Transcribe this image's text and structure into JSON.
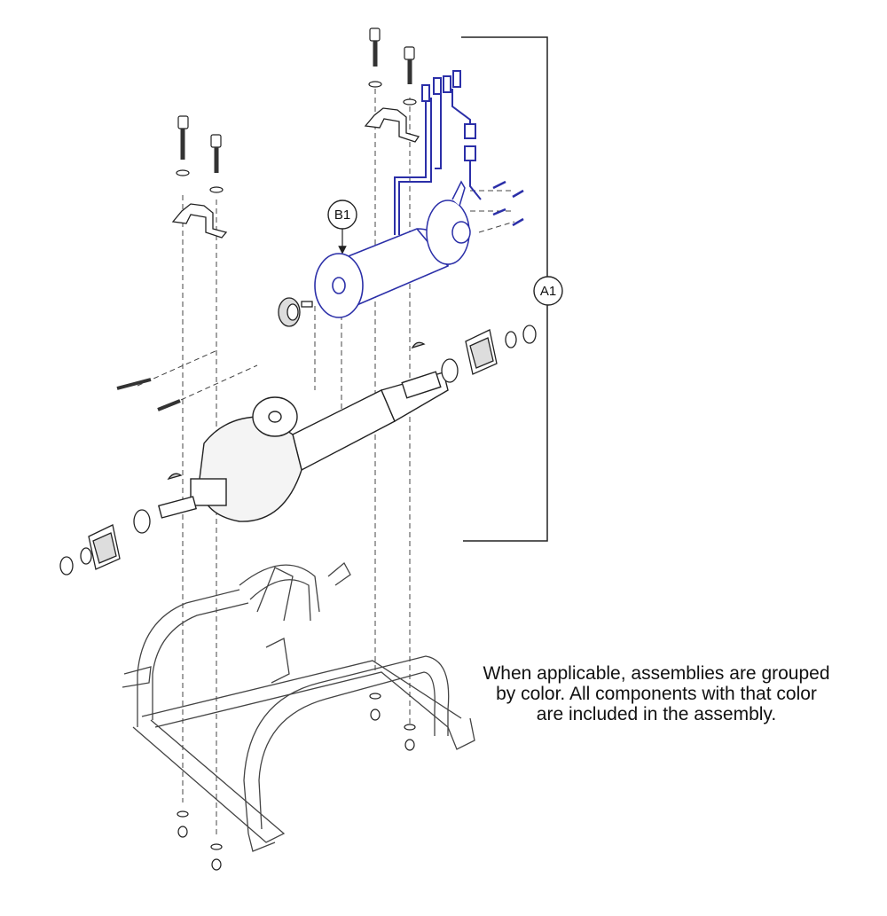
{
  "callouts": {
    "a1": "A1",
    "b1": "B1"
  },
  "note": {
    "line1": "When applicable, assemblies are grouped",
    "line2": "by color. All components with that color",
    "line3": "are included in the assembly."
  },
  "colors": {
    "assembly_blue": "#2b2fa8",
    "line": "#222222",
    "background": "#ffffff"
  }
}
